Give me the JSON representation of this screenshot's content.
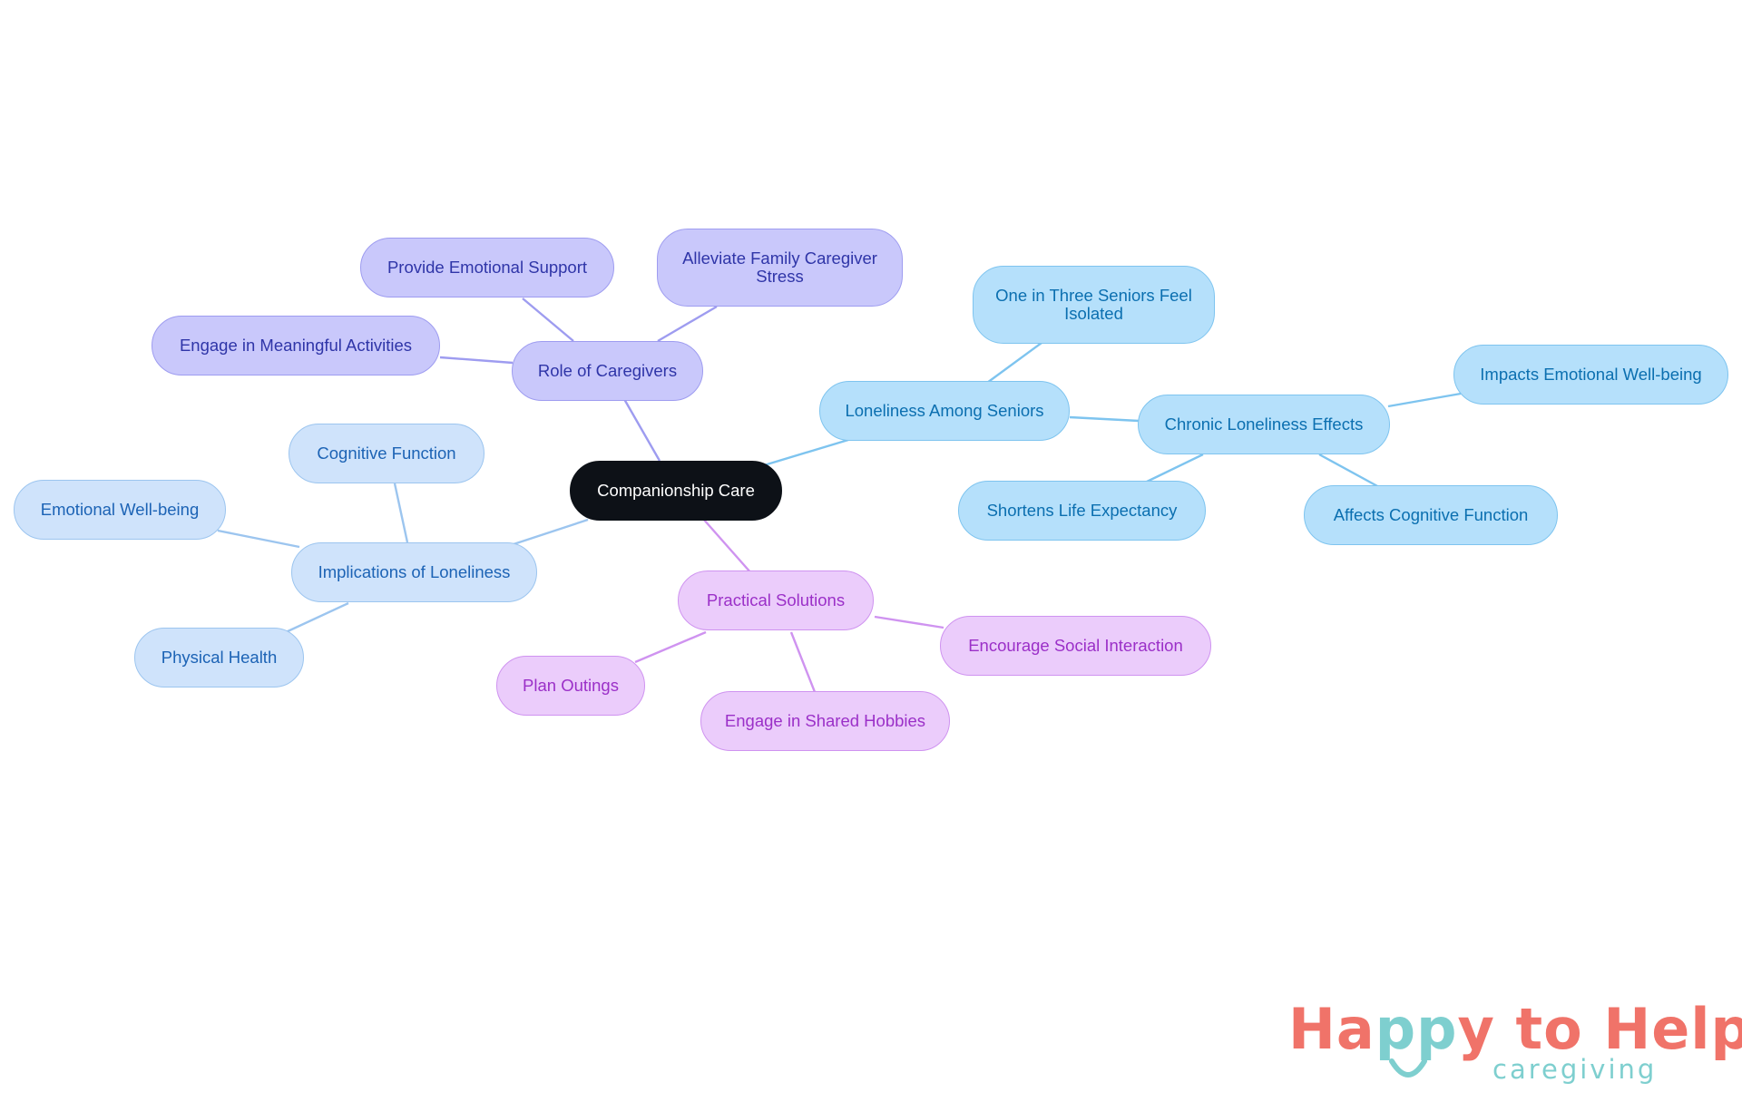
{
  "mindmap": {
    "center": "Companionship Care",
    "branches": {
      "caregivers": {
        "label": "Role of Caregivers",
        "children": [
          "Provide Emotional Support",
          "Alleviate Family Caregiver Stress",
          "Engage in Meaningful Activities"
        ]
      },
      "loneliness": {
        "label": "Loneliness Among Seniors",
        "children": [
          "One in Three Seniors Feel Isolated",
          "Chronic Loneliness Effects"
        ],
        "chronic_effects": [
          "Impacts Emotional Well-being",
          "Shortens Life Expectancy",
          "Affects Cognitive Function"
        ]
      },
      "implications": {
        "label": "Implications of Loneliness",
        "children": [
          "Cognitive Function",
          "Emotional Well-being",
          "Physical Health"
        ]
      },
      "solutions": {
        "label": "Practical Solutions",
        "children": [
          "Encourage Social Interaction",
          "Plan Outings",
          "Engage in Shared Hobbies"
        ]
      }
    }
  },
  "colors": {
    "caregivers_edge": "#9e9cf0",
    "loneliness_edge": "#7ec4ef",
    "implications_edge": "#9cc5ef",
    "solutions_edge": "#cf93f0"
  },
  "logo": {
    "line1_a": "Ha",
    "line1_b": "pp",
    "line1_c": "y to Help",
    "line2": "caregiving"
  }
}
